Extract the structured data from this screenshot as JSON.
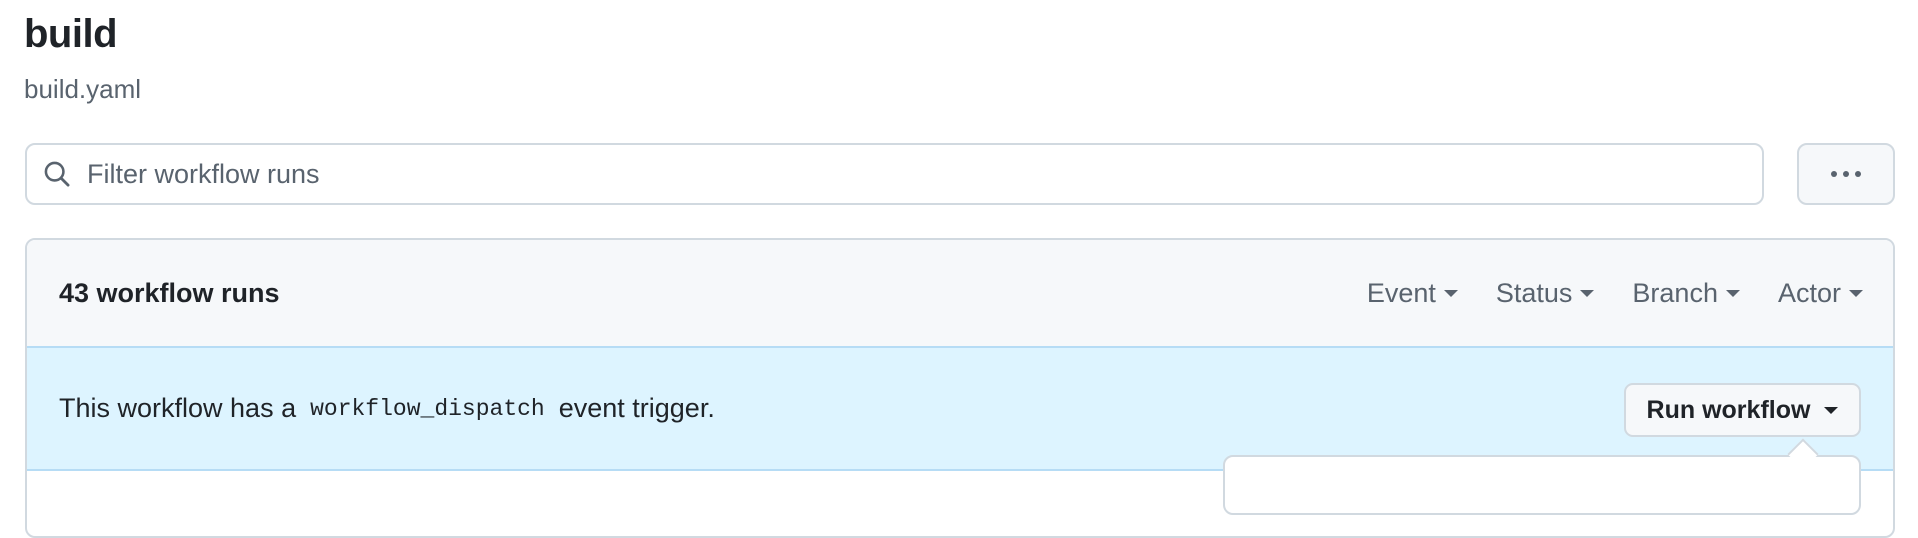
{
  "header": {
    "title": "build",
    "file": "build.yaml"
  },
  "search": {
    "placeholder": "Filter workflow runs"
  },
  "runs": {
    "count_label": "43 workflow runs",
    "filters": [
      "Event",
      "Status",
      "Branch",
      "Actor"
    ]
  },
  "banner": {
    "text_before": "This workflow has a",
    "code": "workflow_dispatch",
    "text_after": "event trigger.",
    "button": "Run workflow"
  }
}
